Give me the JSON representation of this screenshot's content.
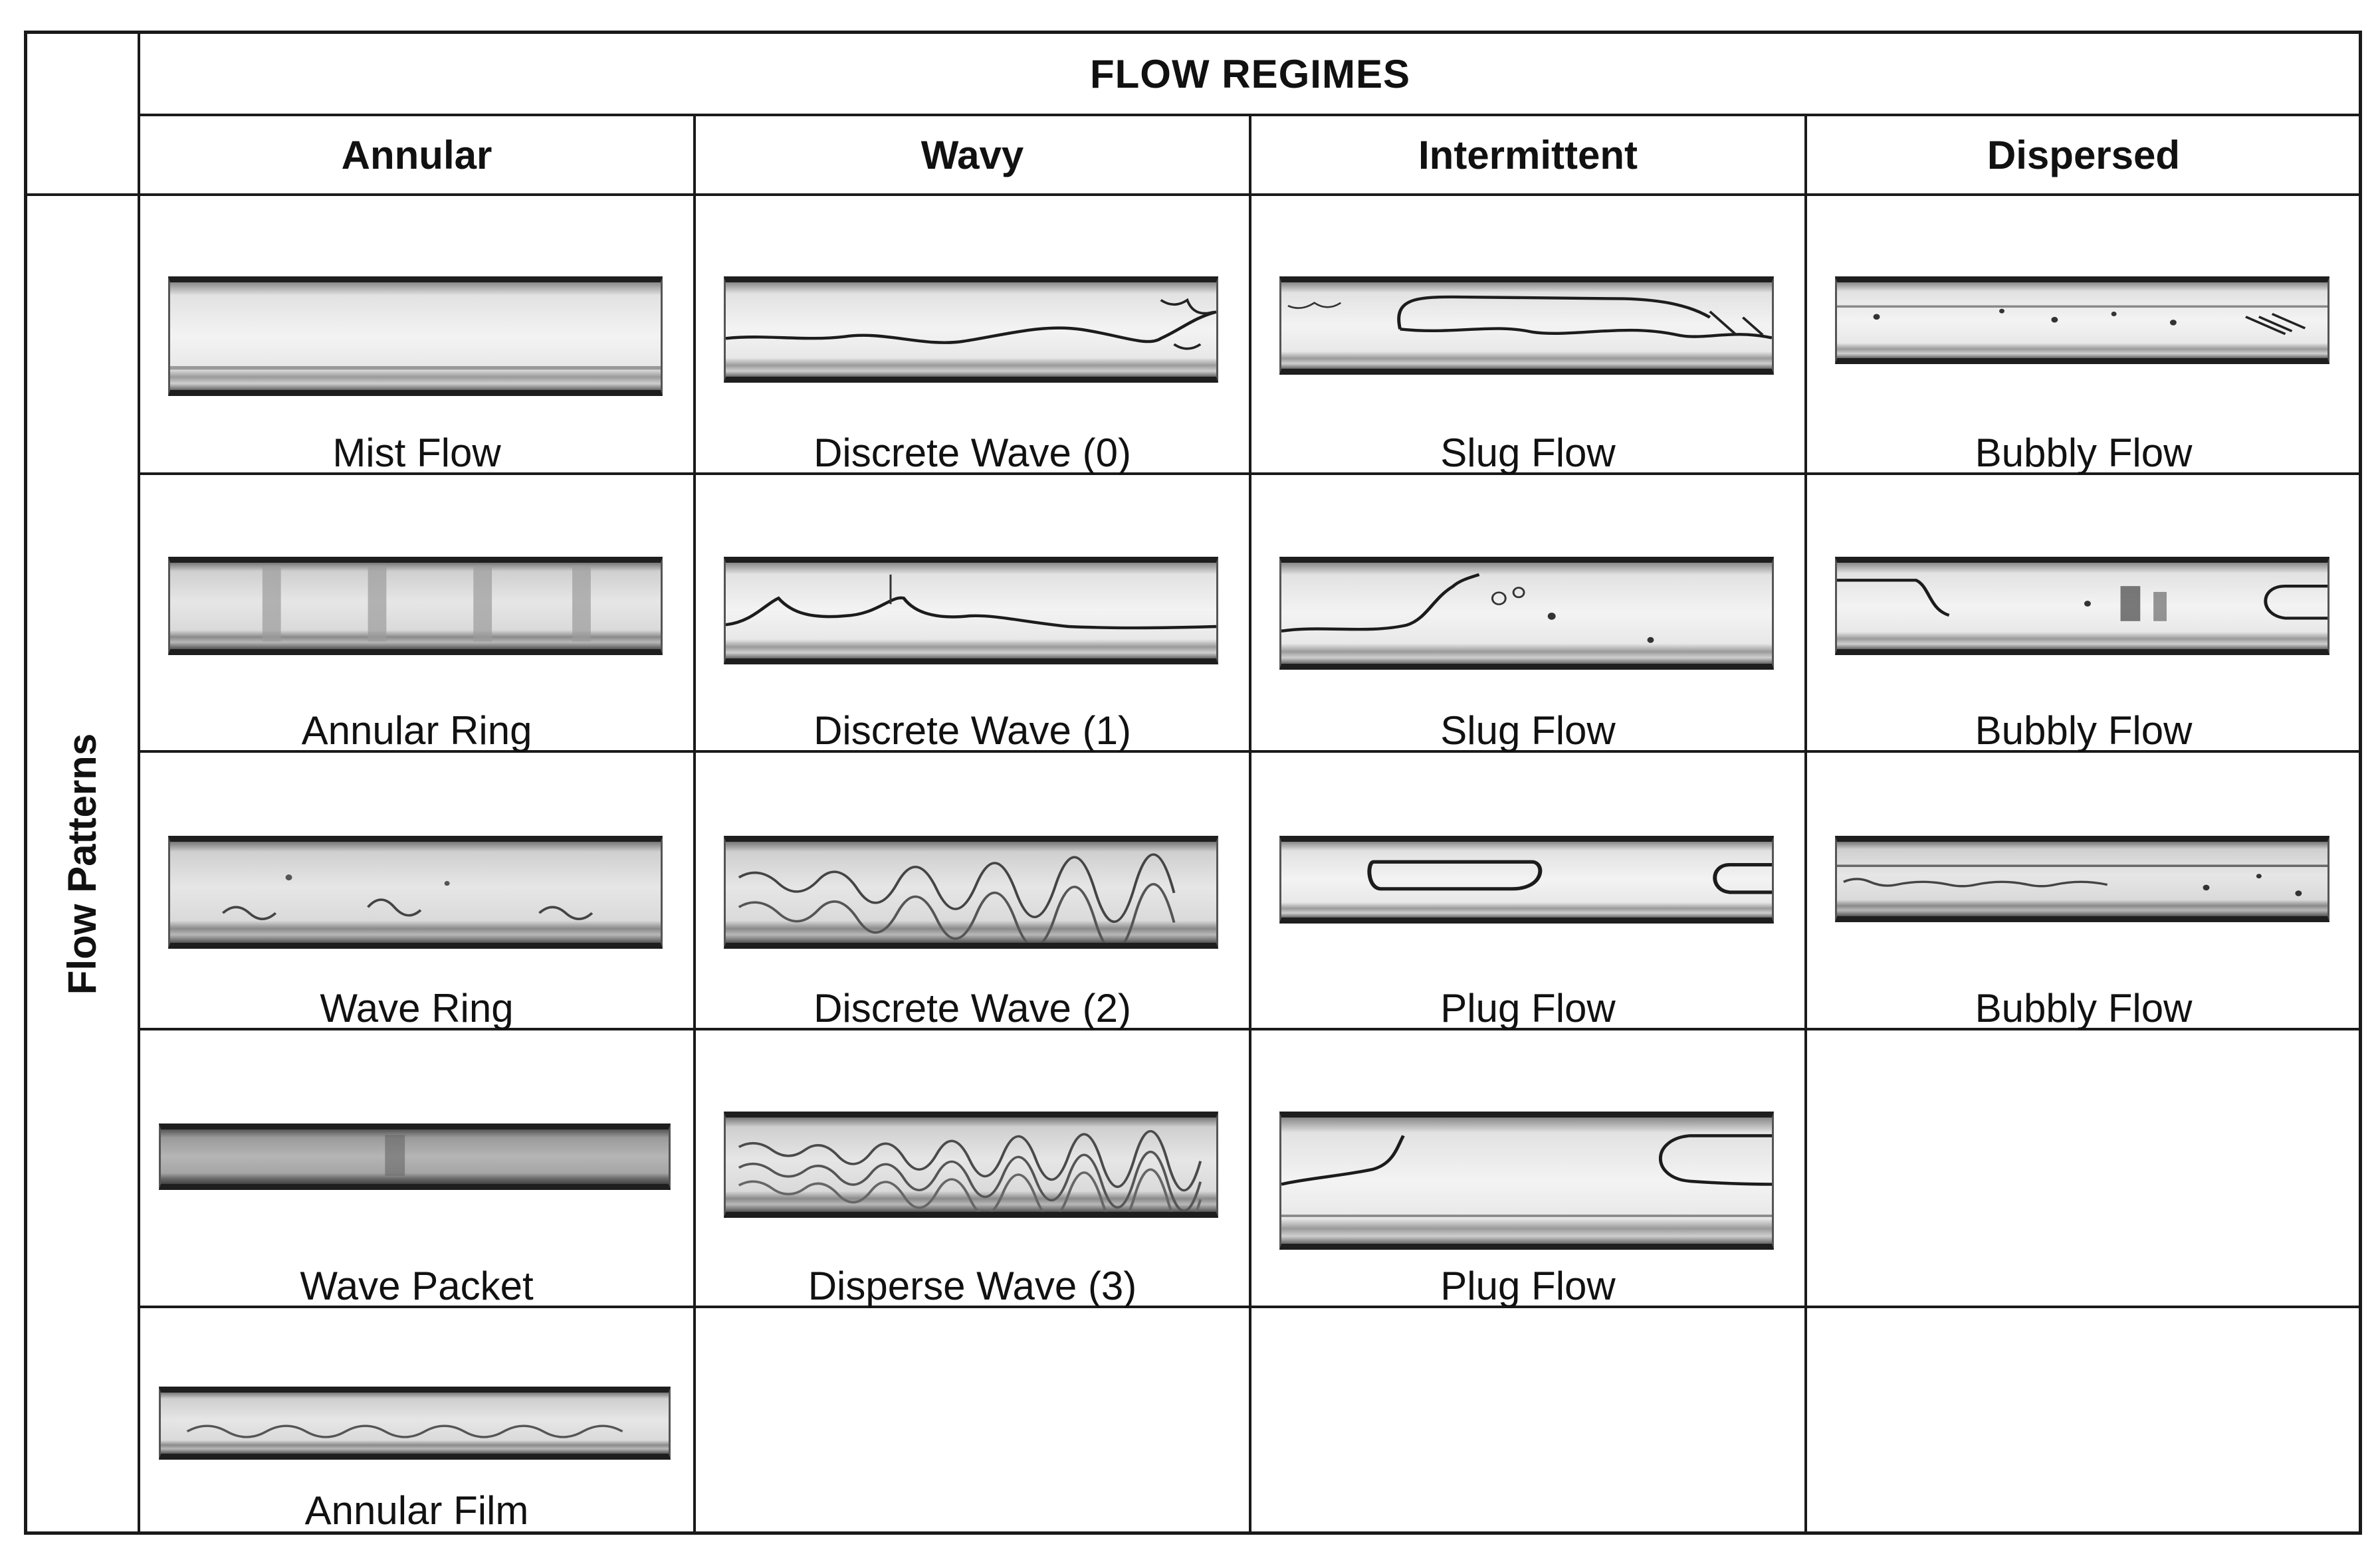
{
  "title": "FLOW REGIMES",
  "side_label": "Flow Patterns",
  "columns": [
    {
      "header": "Annular",
      "cells": [
        "Mist Flow",
        "Annular Ring",
        "Wave Ring",
        "Wave Packet",
        "Annular Film"
      ]
    },
    {
      "header": "Wavy",
      "cells": [
        "Discrete Wave (0)",
        "Discrete Wave (1)",
        "Discrete Wave (2)",
        "Disperse Wave (3)"
      ]
    },
    {
      "header": "Intermittent",
      "cells": [
        "Slug Flow",
        "Slug Flow",
        "Plug Flow",
        "Plug Flow"
      ]
    },
    {
      "header": "Dispersed",
      "cells": [
        "Bubbly Flow",
        "Bubbly Flow",
        "Bubbly Flow"
      ]
    }
  ]
}
